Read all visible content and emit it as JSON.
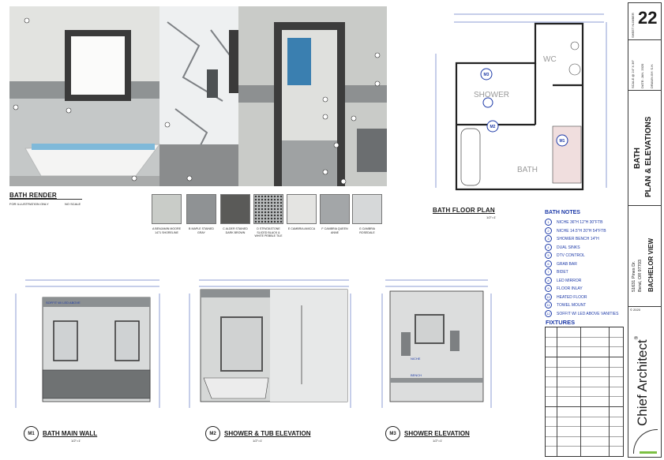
{
  "render": {
    "title": "BATH RENDER",
    "note_left": "FOR ILLUSTRATION ONLY",
    "note_right": "NO SCALE"
  },
  "finishes": [
    {
      "letter": "A",
      "label": "BENJAMIN MOORE 1471 SHORELINE",
      "color": "#c9ccc8"
    },
    {
      "letter": "B",
      "label": "MAPLE STAINED GRAY",
      "color": "#8f9294"
    },
    {
      "letter": "C",
      "label": "ALDER STAINED DARK BROWN",
      "color": "#5a5a58"
    },
    {
      "letter": "D",
      "label": "STRATASTONE SLICED BLACK & WHITE PEBBLE TILE",
      "color": "#b9bcbd"
    },
    {
      "letter": "E",
      "label": "CAMBRIA AMICCA",
      "color": "#e4e4e2"
    },
    {
      "letter": "F",
      "label": "CAMBRIA QUEEN ANNE",
      "color": "#a3a6a8"
    },
    {
      "letter": "G",
      "label": "CAMBRIA ROSEDALE",
      "color": "#d6d8d9"
    }
  ],
  "floor_plan": {
    "title": "BATH FLOOR PLAN",
    "scale": "1/2\"=1'",
    "rooms": {
      "wc": "WC",
      "shower": "SHOWER",
      "bath": "BATH"
    },
    "markers": [
      "M1",
      "M2",
      "M3"
    ]
  },
  "notes": {
    "title": "BATH NOTES",
    "items": [
      "NICHE 36\"H 12\"H 30\"FTB",
      "NICHE 14.5\"H 20\"H 54\"FTB",
      "SHOWER BENCH 14\"H",
      "DUAL SINKS",
      "DTV CONTROL",
      "GRAB BAR",
      "BIDET",
      "LED MIRROR",
      "FLOOR INLAY",
      "HEATED FLOOR",
      "TOWEL MOUNT",
      "SOFFIT W/ LED ABOVE VANITIES"
    ]
  },
  "fixtures": {
    "title": "FIXTURES",
    "rows": 13
  },
  "elevations": [
    {
      "badge": "M1",
      "title": "BATH MAIN WALL",
      "scale": "1/2\"=1'",
      "callout": "SOFFIT W/ LED ABOVE"
    },
    {
      "badge": "M2",
      "title": "SHOWER & TUB ELEVATION",
      "scale": "1/2\"=1'"
    },
    {
      "badge": "M3",
      "title": "SHOWER ELEVATION",
      "scale": "1/2\"=1'",
      "callouts": [
        "NICHE",
        "BENCH"
      ]
    }
  ],
  "title_block": {
    "sheet_number_label": "SHEET NUMBER",
    "sheet_number": "22",
    "scale": "SCALE @ 24\" X 36\"",
    "date": "DATE: JAN. 2020",
    "drawn_by": "DRAWN BY: S.H.",
    "sheet_title_1": "BATH",
    "sheet_title_2": "PLAN & ELEVATIONS",
    "address_1": "51631 Pines Dr.",
    "address_2": "Bend, OR 97703",
    "project": "BACHELOR VIEW",
    "copyright": "© 2020",
    "brand": "Chief Architect",
    "brand_mark": "®"
  },
  "colors": {
    "accent_blue": "#1d3aa8",
    "title_green": "#7cc043",
    "frame": "#3a3a3a"
  }
}
